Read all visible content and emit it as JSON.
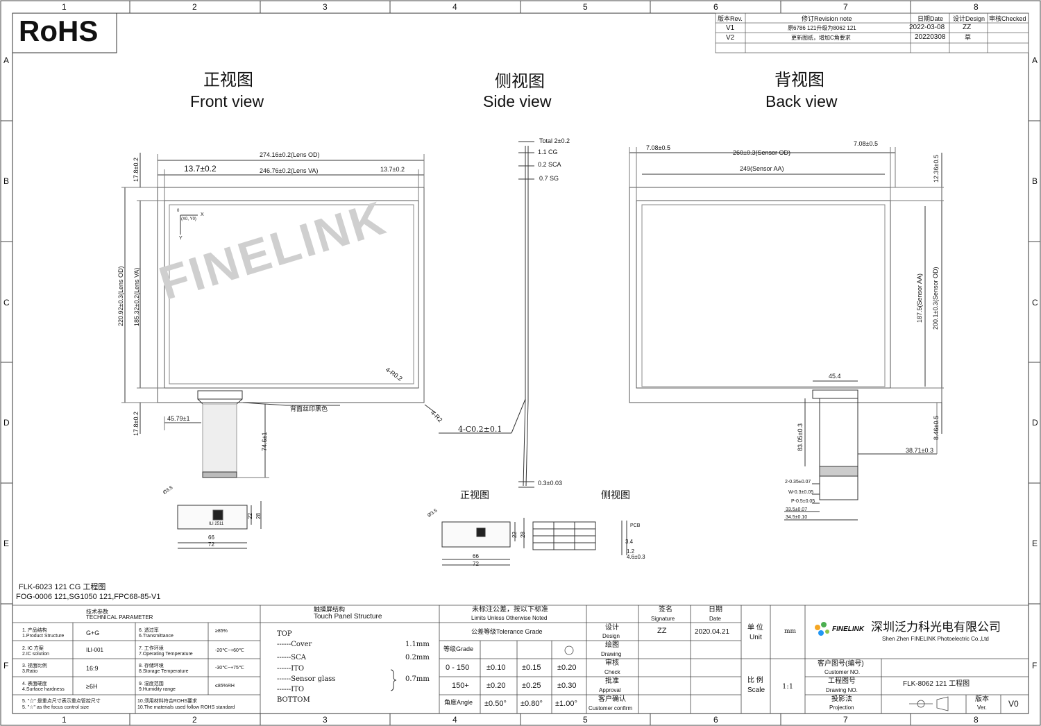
{
  "rohs": "RoHS",
  "grid": {
    "cols": [
      "1",
      "2",
      "3",
      "4",
      "5",
      "6",
      "7",
      "8"
    ],
    "rows": [
      "A",
      "B",
      "C",
      "D",
      "E",
      "F"
    ]
  },
  "revision": {
    "headers": [
      "版本Rev.",
      "修订Revision note",
      "日期Date",
      "设计Design",
      "审核Checked"
    ],
    "rows": [
      {
        "rev": "V1",
        "note": "原6786 121升级为8062 121",
        "date": "2022-03-08",
        "design": "ZZ",
        "checked": ""
      },
      {
        "rev": "V2",
        "note": "更新图纸，增加C角要求",
        "date": "20220308",
        "design": "草",
        "checked": ""
      }
    ]
  },
  "views": {
    "front_cn": "正视图",
    "front_en": "Front view",
    "side_cn": "侧视图",
    "side_en": "Side view",
    "back_cn": "背视图",
    "back_en": "Back view"
  },
  "watermark": "FINELINK",
  "front_dims": {
    "lens_od_w": "274.16±0.2(Lens OD)",
    "lens_va_w": "246.76±0.2(Lens VA)",
    "left_margin": "13.7±0.2",
    "right_margin": "13.7±0.2",
    "top_margin": "17.8±0.2",
    "bottom_margin": "17.8±0.2",
    "lens_od_h": "220.92±0.3(Lens OD)",
    "lens_va_h": "185.32±0.2(Lens VA)",
    "origin_x": "X",
    "origin_y": "Y",
    "origin_zero": "0",
    "origin_xy": "(X0, Y0)",
    "corner_r": "4-R0.2",
    "corner_r2": "4-R2",
    "fpc_offset": "45.79±1",
    "fpc_len": "74.6±1",
    "silk_color": "背面丝印黑色",
    "chamfer": "4-C0.2±0.1",
    "pcb_w1": "66",
    "pcb_w2": "72",
    "pcb_h1": "22",
    "pcb_h2": "28",
    "hole": "Ø3.5",
    "ic": "ILI 2511"
  },
  "side_dims": {
    "total": "Total 2±0.2",
    "cg": "1.1 CG",
    "sca": "0.2 SCA",
    "sg": "0.7 SG",
    "fpc_t": "0.3±0.03"
  },
  "sub_views": {
    "front": "正视图",
    "side": "侧视图",
    "w1": "66",
    "w2": "72",
    "h1": "22",
    "h2": "28",
    "hole": "Ø3.5",
    "s1": "3.4",
    "s2": "1.2",
    "s3": "4.6±0.3",
    "pcb": "PCB"
  },
  "back_dims": {
    "left_margin": "7.08±0.5",
    "right_margin": "7.08±0.5",
    "sensor_od_w": "260±0.3(Sensor OD)",
    "sensor_aa_w": "249(Sensor AA)",
    "top_margin": "12.36±0.5",
    "bottom_margin": "8.46±0.5",
    "sensor_aa_h": "187.5(Sensor AA)",
    "sensor_od_h": "200.1±0.3(Sensor OD)",
    "fpc_w": "45.4",
    "fpc_len": "83.05±0.3",
    "fpc_offset": "38.71±0.3",
    "pitch1": "2-0.35±0.07",
    "pitch2": "W-0.3±0.05",
    "pitch3": "P-0.5±0.05",
    "pitch4": "33.5±0.07",
    "pitch5": "34.5±0.10"
  },
  "model_info": {
    "line1": "FLK-6023 121 CG 工程图",
    "line2": "FOG-0006 121,SG1050 121,FPC68-85-V1"
  },
  "params": {
    "header_cn": "技术参数",
    "header_en": "TECHNICAL PARAMETER",
    "rows": [
      {
        "l1": "1. 产品结构",
        "l2": "1.Product Structure",
        "v1": "G+G",
        "r1": "6. 透过率",
        "r2": "6.Transmittance",
        "v2": "≥85%"
      },
      {
        "l1": "2. IC 方案",
        "l2": "2.IC solution",
        "v1": "ILI-001",
        "r1": "7. 工作环境",
        "r2": "7.Operating Temperature",
        "v2": "-20℃~+60℃"
      },
      {
        "l1": "3. 视面比例",
        "l2": "3.Ratio",
        "v1": "16:9",
        "r1": "8. 存储环境",
        "r2": "8.Storage Temperature",
        "v2": "-30℃~+75℃"
      },
      {
        "l1": "4. 表面硬度",
        "l2": "4.Surface hardness",
        "v1": "≥6H",
        "r1": "9. 湿度范围",
        "r2": "9.Humidity range",
        "v2": "≤85%RH"
      }
    ],
    "note1": "5. \"☆\" 是重点尺寸表示重点管控尺寸",
    "note2": "5. \"☆\" as the focus control size",
    "note3": "10.须用材料符合ROHS要求",
    "note4": "10.The materials used follow ROHS standard"
  },
  "structure": {
    "header_cn": "触摸屏结构",
    "header_en": "Touch Panel Structure",
    "top": "TOP",
    "layers": [
      "------Cover",
      "------SCA",
      "------ITO",
      "------Sensor glass",
      "------ITO"
    ],
    "bottom": "BOTTOM",
    "t_cover": "1.1mm",
    "t_sca": "0.2mm",
    "t_sensor": "0.7mm"
  },
  "tolerance": {
    "header_cn": "未标注公差，按以下标准",
    "header_en": "Limits Unless Otherwise Noted",
    "grade_title": "公差等级Tolerance Grade",
    "grade_label": "等级Grade",
    "range1": "0 - 150",
    "range2": "150+",
    "angle_label": "角度Angle",
    "rows": [
      [
        "±0.10",
        "±0.15",
        "±0.20"
      ],
      [
        "±0.20",
        "±0.25",
        "±0.30"
      ],
      [
        "±0.50°",
        "±0.80°",
        "±1.00°"
      ]
    ]
  },
  "roles": {
    "design": "设计",
    "design_en": "Design",
    "drawing": "绘图",
    "drawing_en": "Drawing",
    "check": "审核",
    "check_en": "Check",
    "approval": "批准",
    "approval_en": "Approval",
    "customer": "客户确认",
    "customer_en": "Customer confirm",
    "sig_cn": "签名",
    "sig_en": "Signature",
    "date_cn": "日期",
    "date_en": "Date",
    "design_sig": "ZZ",
    "design_date": "2020.04.21"
  },
  "units": {
    "unit_cn": "单 位",
    "unit_en": "Unit",
    "unit_val": "mm",
    "scale_cn": "比 例",
    "scale_en": "Scale",
    "scale_val": "1:1"
  },
  "company": {
    "logo": "FINELINK",
    "name_cn": "深圳泛力科光电有限公司",
    "name_en": "Shen Zhen FINELINK Photoelectric Co.,Ltd",
    "cust_no_cn": "客户图号(编号)",
    "cust_no_en": "Customer NO.",
    "drawing_no_cn": "工程图号",
    "drawing_no_en": "Drawing NO.",
    "drawing_no": "FLK-8062 121 工程图",
    "proj_cn": "投影法",
    "proj_en": "Projection",
    "ver_cn": "版本",
    "ver_en": "Ver.",
    "ver": "V0"
  }
}
